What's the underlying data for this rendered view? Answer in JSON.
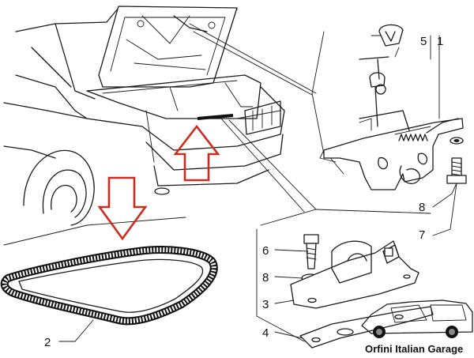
{
  "callouts": {
    "c1": "1",
    "c2": "2",
    "c3": "3",
    "c4": "4",
    "c5": "5",
    "c6": "6",
    "c7": "7",
    "c8a": "8",
    "c8b": "8"
  },
  "watermark": "Orfini Italian Garage",
  "colors": {
    "arrow": "#cc2b1f",
    "line": "#1a1a1a"
  }
}
